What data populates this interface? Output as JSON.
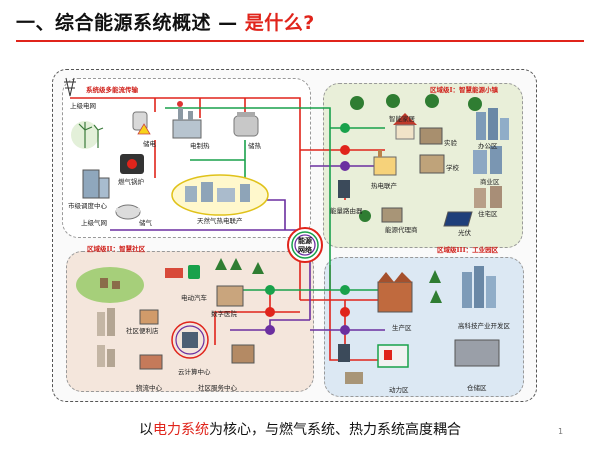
{
  "title": {
    "prefix": "一、综合能源系统概述 — ",
    "highlight": "是什么?"
  },
  "regions": {
    "top_left": "系统级多能流传输",
    "top_right": "区域级I：智慧能源小镇",
    "bottom_left": "区域级II：智慧社区",
    "bottom_right": "区域级III：工业园区"
  },
  "hub": {
    "line1": "能源",
    "line2": "网络"
  },
  "labels": {
    "grid_upper_top": "上级电网",
    "storage_elec": "储电",
    "power_to_heat": "电制热",
    "storage_heat": "储热",
    "gas_boiler": "燃气锅炉",
    "dispatch_center": "市级调度中心",
    "gas_chp": "天然气热电联产",
    "grid_upper_gas": "上级气网",
    "storage_gas": "储气",
    "energy_router": "能量路由器",
    "chp": "热电联产",
    "energy_agent": "能源代理商",
    "smart_home": "智能家居",
    "office": "办公区",
    "factory": "实验",
    "school": "学校",
    "commerce": "商业区",
    "residence": "住宅区",
    "pv": "光伏",
    "ev": "电动汽车",
    "hospital": "数字医院",
    "community_store": "社区便利店",
    "cloud_center": "云计算中心",
    "logistics": "物流中心",
    "community_service": "社区服务中心",
    "production": "生产区",
    "hitech": "高科技产业开发区",
    "power_zone": "动力区",
    "warehouse": "仓储区"
  },
  "caption": {
    "pre": "以",
    "red": "电力系统",
    "post": "为核心，与燃气系统、热力系统高度耦合"
  },
  "page_number": "1",
  "colors": {
    "electric": "#e0241b",
    "gas": "#6b2fa0",
    "heat": "#19a14b",
    "accent": "#e0241b"
  }
}
